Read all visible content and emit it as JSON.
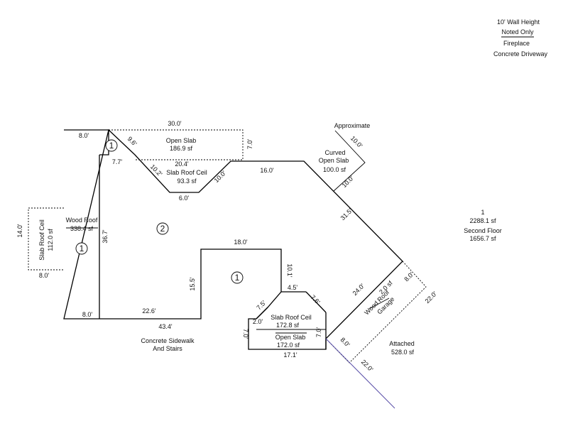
{
  "legend": {
    "line1": "10' Wall Height",
    "line2": "Noted Only",
    "line3": "Fireplace",
    "line4": "Concrete Driveway"
  },
  "summary": {
    "num": "1",
    "area": "2288.1 sf",
    "second_floor_label": "Second Floor",
    "second_floor_area": "1656.7 sf"
  },
  "rooms": {
    "open_slab_top": {
      "name": "Open Slab",
      "area": "186.9 sf"
    },
    "slab_roof_top": {
      "name": "Slab Roof Ceil",
      "area": "93.3 sf"
    },
    "curved": {
      "name1": "Curved",
      "name2": "Open Slab",
      "area": "100.0 sf",
      "note": "Approximate"
    },
    "wood_roof": {
      "name": "Wood Roof",
      "area": "338.4 sf"
    },
    "slab_roof_left": {
      "name": "Slab Roof Ceil",
      "area": "112.0 sf"
    },
    "slab_roof_bottom": {
      "name": "Slab Roof Ceil",
      "area": "172.8 sf"
    },
    "open_slab_bottom": {
      "name": "Open Slab",
      "area": "172.0 sf"
    },
    "garage": {
      "name1": "Wood Roof",
      "name2": "Garage",
      "area": "528.0 sf",
      "overlap": "2.0 sf",
      "attached": "Attached"
    },
    "sidewalk": {
      "line1": "Concrete Sidewalk",
      "line2": "And Stairs"
    }
  },
  "floor_markers": {
    "top_left": "1",
    "main": "2",
    "wood_roof": "1",
    "courtyard": "1"
  },
  "dimensions": {
    "d_30": "30.0'",
    "d_8_top": "8.0'",
    "d_96": "9.6'",
    "d_7_top": "7.0'",
    "d_77": "7.7'",
    "d_204": "20.4'",
    "d_102": "10.2'",
    "d_10_a": "10.0'",
    "d_6": "6.0'",
    "d_16": "16.0'",
    "d_10_b": "10.0'",
    "d_10_c": "10.0'",
    "d_315": "31.5'",
    "d_14": "14.0'",
    "d_8_left": "8.0'",
    "d_367": "36.7'",
    "d_8_bot": "8.0'",
    "d_226": "22.6'",
    "d_434": "43.4'",
    "d_18": "18.0'",
    "d_155": "15.5'",
    "d_101": "10.1'",
    "d_45": "4.5'",
    "d_76": "7.6'",
    "d_75": "7.5'",
    "d_2": "2.0'",
    "d_7_bl": "7.0'",
    "d_7_br": "7.0'",
    "d_171": "17.1'",
    "d_24": "24.0'",
    "d_8_g1": "8.0'",
    "d_22_g1": "22.0'",
    "d_8_g2": "8.0'",
    "d_22_g2": "22.0'"
  }
}
